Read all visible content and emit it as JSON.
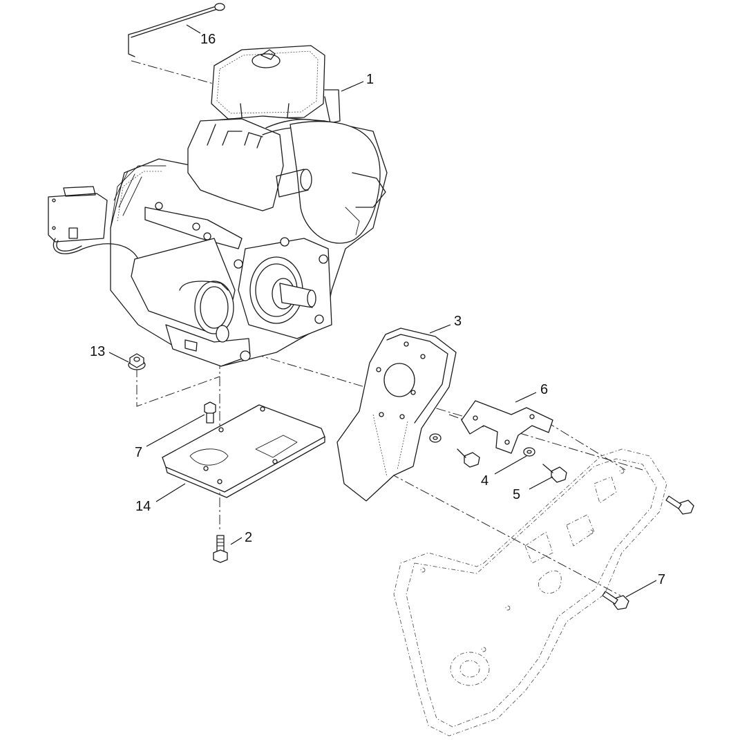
{
  "diagram": {
    "callouts": [
      {
        "id": "16",
        "label": "16"
      },
      {
        "id": "1",
        "label": "1"
      },
      {
        "id": "3",
        "label": "3"
      },
      {
        "id": "13",
        "label": "13"
      },
      {
        "id": "6",
        "label": "6"
      },
      {
        "id": "7a",
        "label": "7"
      },
      {
        "id": "4",
        "label": "4"
      },
      {
        "id": "5",
        "label": "5"
      },
      {
        "id": "14",
        "label": "14"
      },
      {
        "id": "2",
        "label": "2"
      },
      {
        "id": "7b",
        "label": "7"
      }
    ]
  }
}
